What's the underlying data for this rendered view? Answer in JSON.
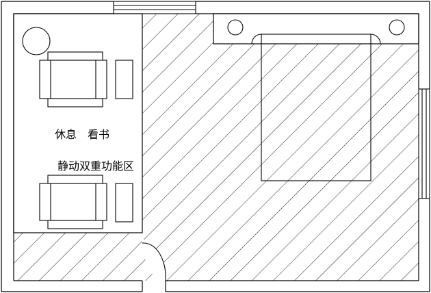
{
  "labels": {
    "rest_read": "休息　看书",
    "zone": "静动双重功能区"
  },
  "colors": {
    "line": "#000000",
    "background": "#ffffff"
  },
  "elements": {
    "hatch": "diagonal-hatch-pattern",
    "window_top": "window-icon",
    "window_right": "window-icon",
    "door": "door-swing-icon",
    "plant": "round-plant-icon",
    "armchair": "armchair-icon",
    "side_table": "side-table-icon",
    "bed": "double-bed-icon",
    "nightstand_lamp": "lamp-icon"
  }
}
